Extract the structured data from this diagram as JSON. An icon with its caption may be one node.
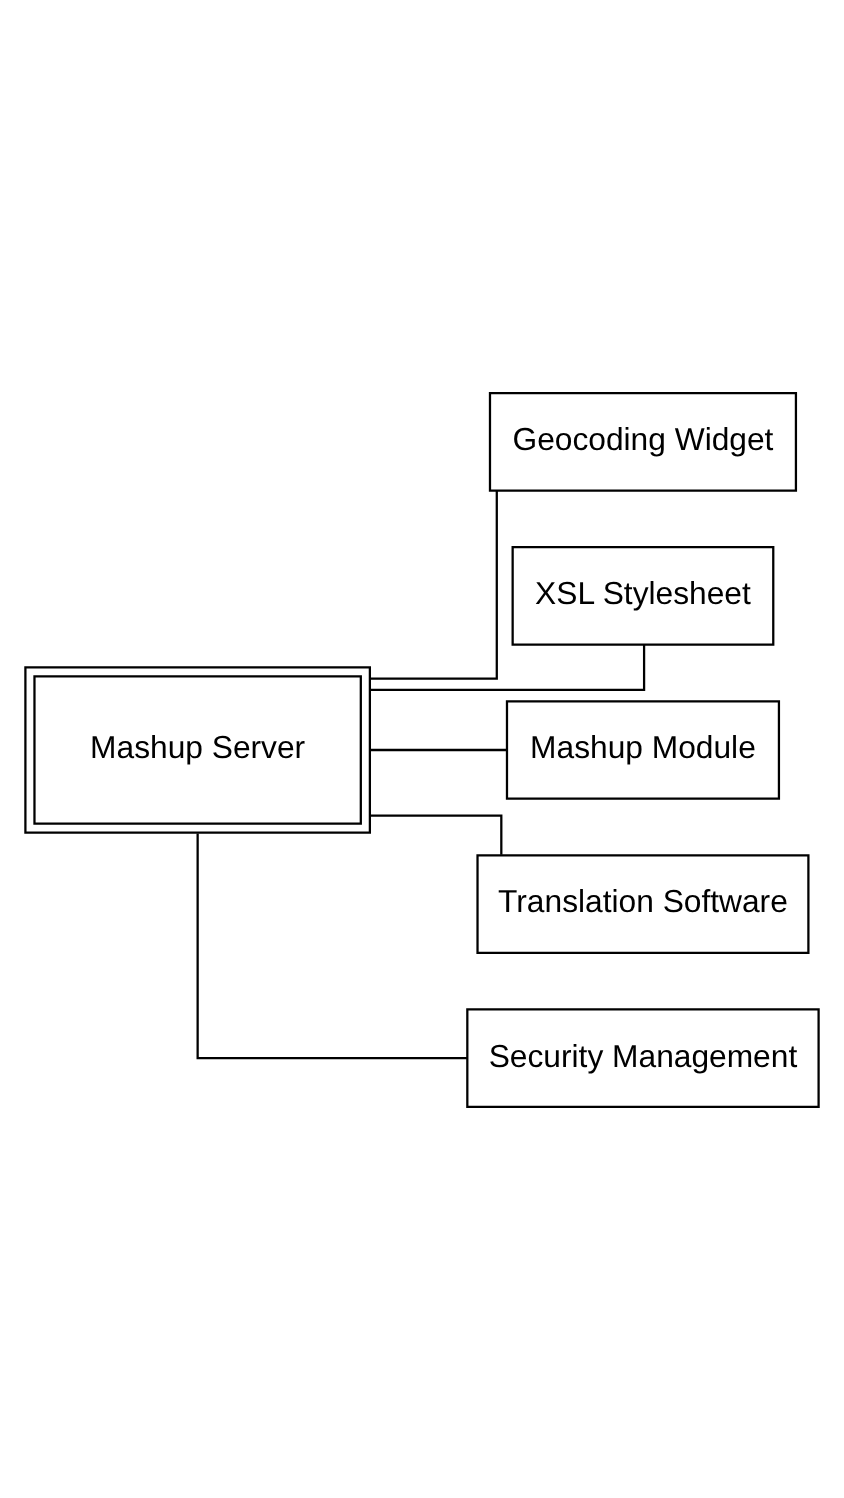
{
  "diagram": {
    "nodes": [
      {
        "text": [
          "Mashup Server"
        ]
      },
      {
        "text": [
          "Geocoding Widget"
        ]
      },
      {
        "text": [
          "XSL Stylesheet"
        ]
      },
      {
        "text": [
          "Mashup Module"
        ]
      },
      {
        "text": [
          "Translation Software"
        ]
      },
      {
        "text": [
          "Security Management"
        ]
      }
    ],
    "edges": [
      {
        "from": 0,
        "to": 1,
        "arrow": "none"
      },
      {
        "from": 0,
        "to": 2,
        "arrow": "none"
      },
      {
        "from": 0,
        "to": 3,
        "arrow": "none"
      },
      {
        "from": 0,
        "to": 4,
        "arrow": "none"
      },
      {
        "from": 0,
        "to": 5,
        "arrow": "none"
      }
    ]
  }
}
